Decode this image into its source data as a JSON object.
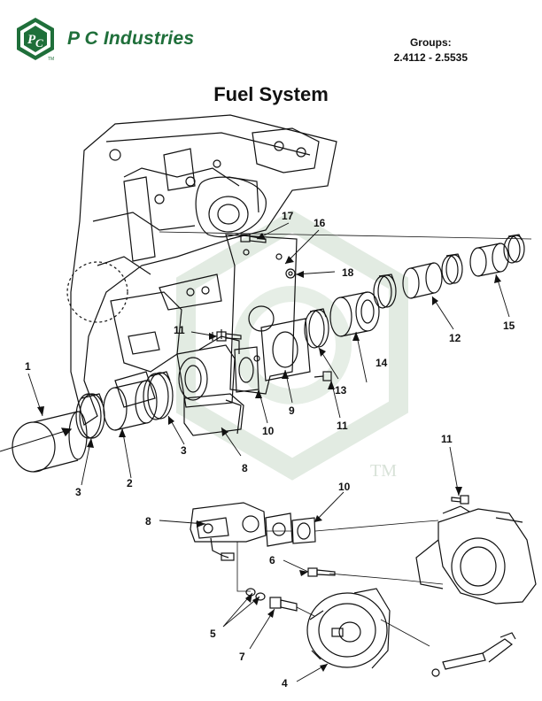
{
  "header": {
    "brand_name": "P C Industries",
    "logo_letters": "PC",
    "logo_tm": "TM",
    "groups_label": "Groups:",
    "groups_range": "2.4112 - 2.5535"
  },
  "page": {
    "title": "Fuel System"
  },
  "diagram": {
    "watermark_tm": "TM",
    "callouts": [
      "1",
      "2",
      "3",
      "3",
      "4",
      "5",
      "6",
      "7",
      "8",
      "8",
      "9",
      "10",
      "10",
      "11",
      "11",
      "11",
      "12",
      "13",
      "14",
      "15",
      "16",
      "17",
      "18"
    ]
  },
  "colors": {
    "brand_green": "#1f6f3a",
    "line_art": "#111111",
    "watermark": "#dfe8df"
  }
}
